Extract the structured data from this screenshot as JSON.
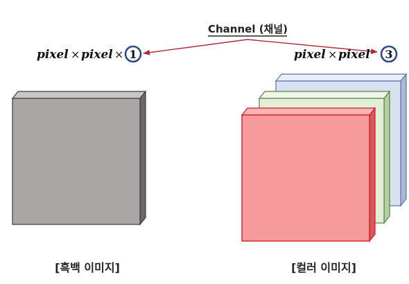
{
  "header": {
    "text": "Channel (채널)"
  },
  "left_formula": {
    "term": "pixel",
    "op": "×",
    "number": "1"
  },
  "right_formula": {
    "term": "pixel",
    "op": "×",
    "number": "3"
  },
  "captions": {
    "grayscale": "[흑백 이미지]",
    "color": "[컬러 이미지]"
  },
  "colors": {
    "arrow": "#b22a3a",
    "circle": "#2f4a86",
    "gray_face": "#aaa6a5",
    "gray_edge": "#3d3d3d",
    "blue_face": "#d8e1f2",
    "blue_edge": "#5a73a6",
    "green_face": "#e2efd7",
    "green_edge": "#5c7f45",
    "red_face": "#f79a9b",
    "red_edge": "#cc1f28"
  }
}
